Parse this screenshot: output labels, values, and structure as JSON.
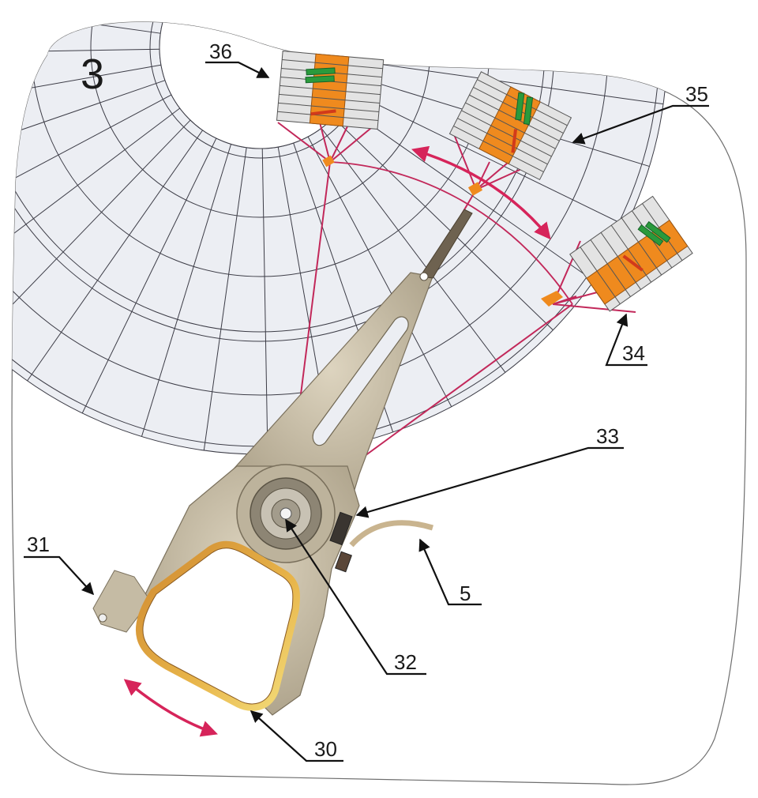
{
  "figure": {
    "title_number": "3",
    "description": "Hard disk drive head actuator assembly over a platter, showing head positions across tracks",
    "colors": {
      "platter": "#eceef3",
      "grid_line": "#3c3c46",
      "outline": "#6e6e6e",
      "motion_arrow": "#d6245a",
      "projection_line": "#c2285a",
      "slider_orange": "#ef8a1e",
      "track_green": "#2a9a3c",
      "track_red": "#d23a1a",
      "arm_metal": "#c9bfa8",
      "coil_copper": "#c8812e",
      "leader_line": "#111111"
    }
  },
  "labels": [
    {
      "id": "30",
      "text": "30",
      "target": "voice-coil"
    },
    {
      "id": "31",
      "text": "31",
      "target": "crash-stop-tab"
    },
    {
      "id": "32",
      "text": "32",
      "target": "pivot-bearing"
    },
    {
      "id": "33",
      "text": "33",
      "target": "flex-connector"
    },
    {
      "id": "5",
      "text": "5",
      "target": "flex-cable"
    },
    {
      "id": "34",
      "text": "34",
      "target": "head-magnified-outer"
    },
    {
      "id": "35",
      "text": "35",
      "target": "head-magnified-middle"
    },
    {
      "id": "36",
      "text": "36",
      "target": "head-magnified-inner"
    }
  ]
}
